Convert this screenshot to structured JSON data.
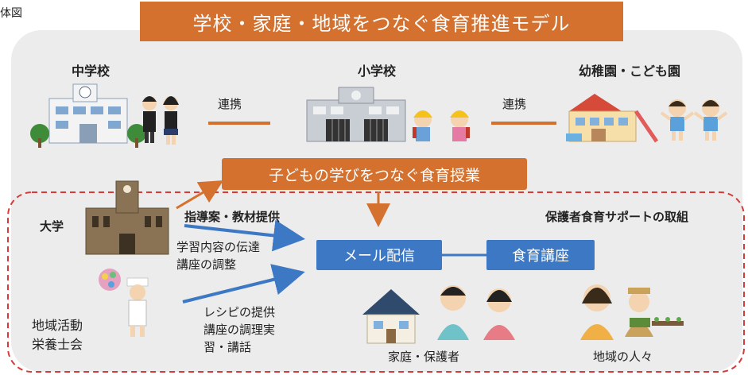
{
  "corner_label": "体図",
  "title": "学校・家庭・地域をつなぐ食育推進モデル",
  "top_row": {
    "middle_school": "中学校",
    "elementary_school": "小学校",
    "kindergarten": "幼稚園・こども園",
    "link_left": "連携",
    "link_right": "連携"
  },
  "class_box": "子どもの学びをつなぐ食育授業",
  "support_region_label": "保護者食育サポートの取組",
  "university": "大学",
  "university_arrow_label": "指導案・教材提供",
  "university_arrow2_label": [
    "学習内容の伝達",
    "講座の調整"
  ],
  "dietitian": [
    "地域活動",
    "栄養士会"
  ],
  "dietitian_arrow_label": [
    "レシピの提供",
    "講座の調理実",
    "習・講話"
  ],
  "mail_box": "メール配信",
  "lecture_box": "食育講座",
  "family_label": "家庭・保護者",
  "community_label": "地域の人々",
  "colors": {
    "orange": "#d4712f",
    "blue": "#3d78c4",
    "panel": "#ececec",
    "dash": "#d63a3a"
  }
}
